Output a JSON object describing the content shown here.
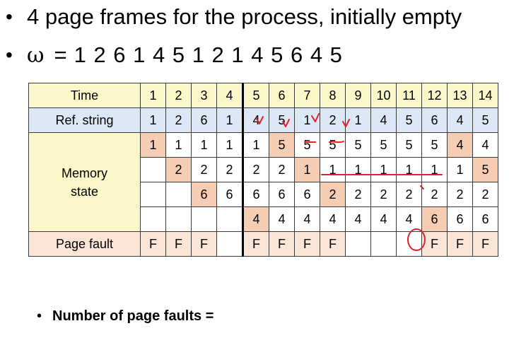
{
  "bullets": {
    "b1": "4 page frames for the process, initially empty",
    "b2_symbol": "ω",
    "b2_eq": "=",
    "b2_seq": "1 2 6 1 4 5 1 2 1 4 5 6 4 5",
    "b3": "Number of page faults ="
  },
  "table": {
    "row_headers": {
      "time": "Time",
      "ref": "Ref. string",
      "mem_line1": "Memory",
      "mem_line2": "state",
      "fault": "Page fault"
    },
    "time": [
      "1",
      "2",
      "3",
      "4",
      "5",
      "6",
      "7",
      "8",
      "9",
      "10",
      "11",
      "12",
      "13",
      "14"
    ],
    "ref": [
      "1",
      "2",
      "6",
      "1",
      "4",
      "5",
      "1",
      "2",
      "1",
      "4",
      "5",
      "6",
      "4",
      "5"
    ],
    "memory": [
      [
        "1",
        "1",
        "1",
        "1",
        "1",
        "5",
        "5",
        "5",
        "5",
        "5",
        "5",
        "5",
        "4",
        "4"
      ],
      [
        "",
        "2",
        "2",
        "2",
        "2",
        "2",
        "1",
        "1",
        "1",
        "1",
        "1",
        "1",
        "1",
        "5"
      ],
      [
        "",
        "",
        "6",
        "6",
        "6",
        "6",
        "6",
        "2",
        "2",
        "2",
        "2",
        "2",
        "2",
        "2"
      ],
      [
        "",
        "",
        "",
        "",
        "4",
        "4",
        "4",
        "4",
        "4",
        "4",
        "4",
        "6",
        "6",
        "6"
      ]
    ],
    "memory_highlight": [
      [
        1,
        0,
        0,
        0,
        0,
        1,
        0,
        0,
        0,
        0,
        0,
        0,
        1,
        0
      ],
      [
        0,
        1,
        0,
        0,
        0,
        0,
        1,
        0,
        0,
        0,
        0,
        0,
        0,
        1
      ],
      [
        0,
        0,
        1,
        0,
        0,
        0,
        0,
        1,
        0,
        0,
        0,
        0,
        0,
        0
      ],
      [
        0,
        0,
        0,
        0,
        1,
        0,
        0,
        0,
        0,
        0,
        0,
        1,
        0,
        0
      ]
    ],
    "fault": [
      "F",
      "F",
      "F",
      "",
      "F",
      "F",
      "F",
      "F",
      "",
      "",
      "",
      "F",
      "F",
      "F"
    ]
  },
  "colors": {
    "header_yellow": "#fbf7c8",
    "ref_blue": "#dce8f6",
    "fault_peach": "#fbe5d6",
    "highlight_salmon": "#f6cdb2",
    "annotation_red": "#e0202a"
  }
}
